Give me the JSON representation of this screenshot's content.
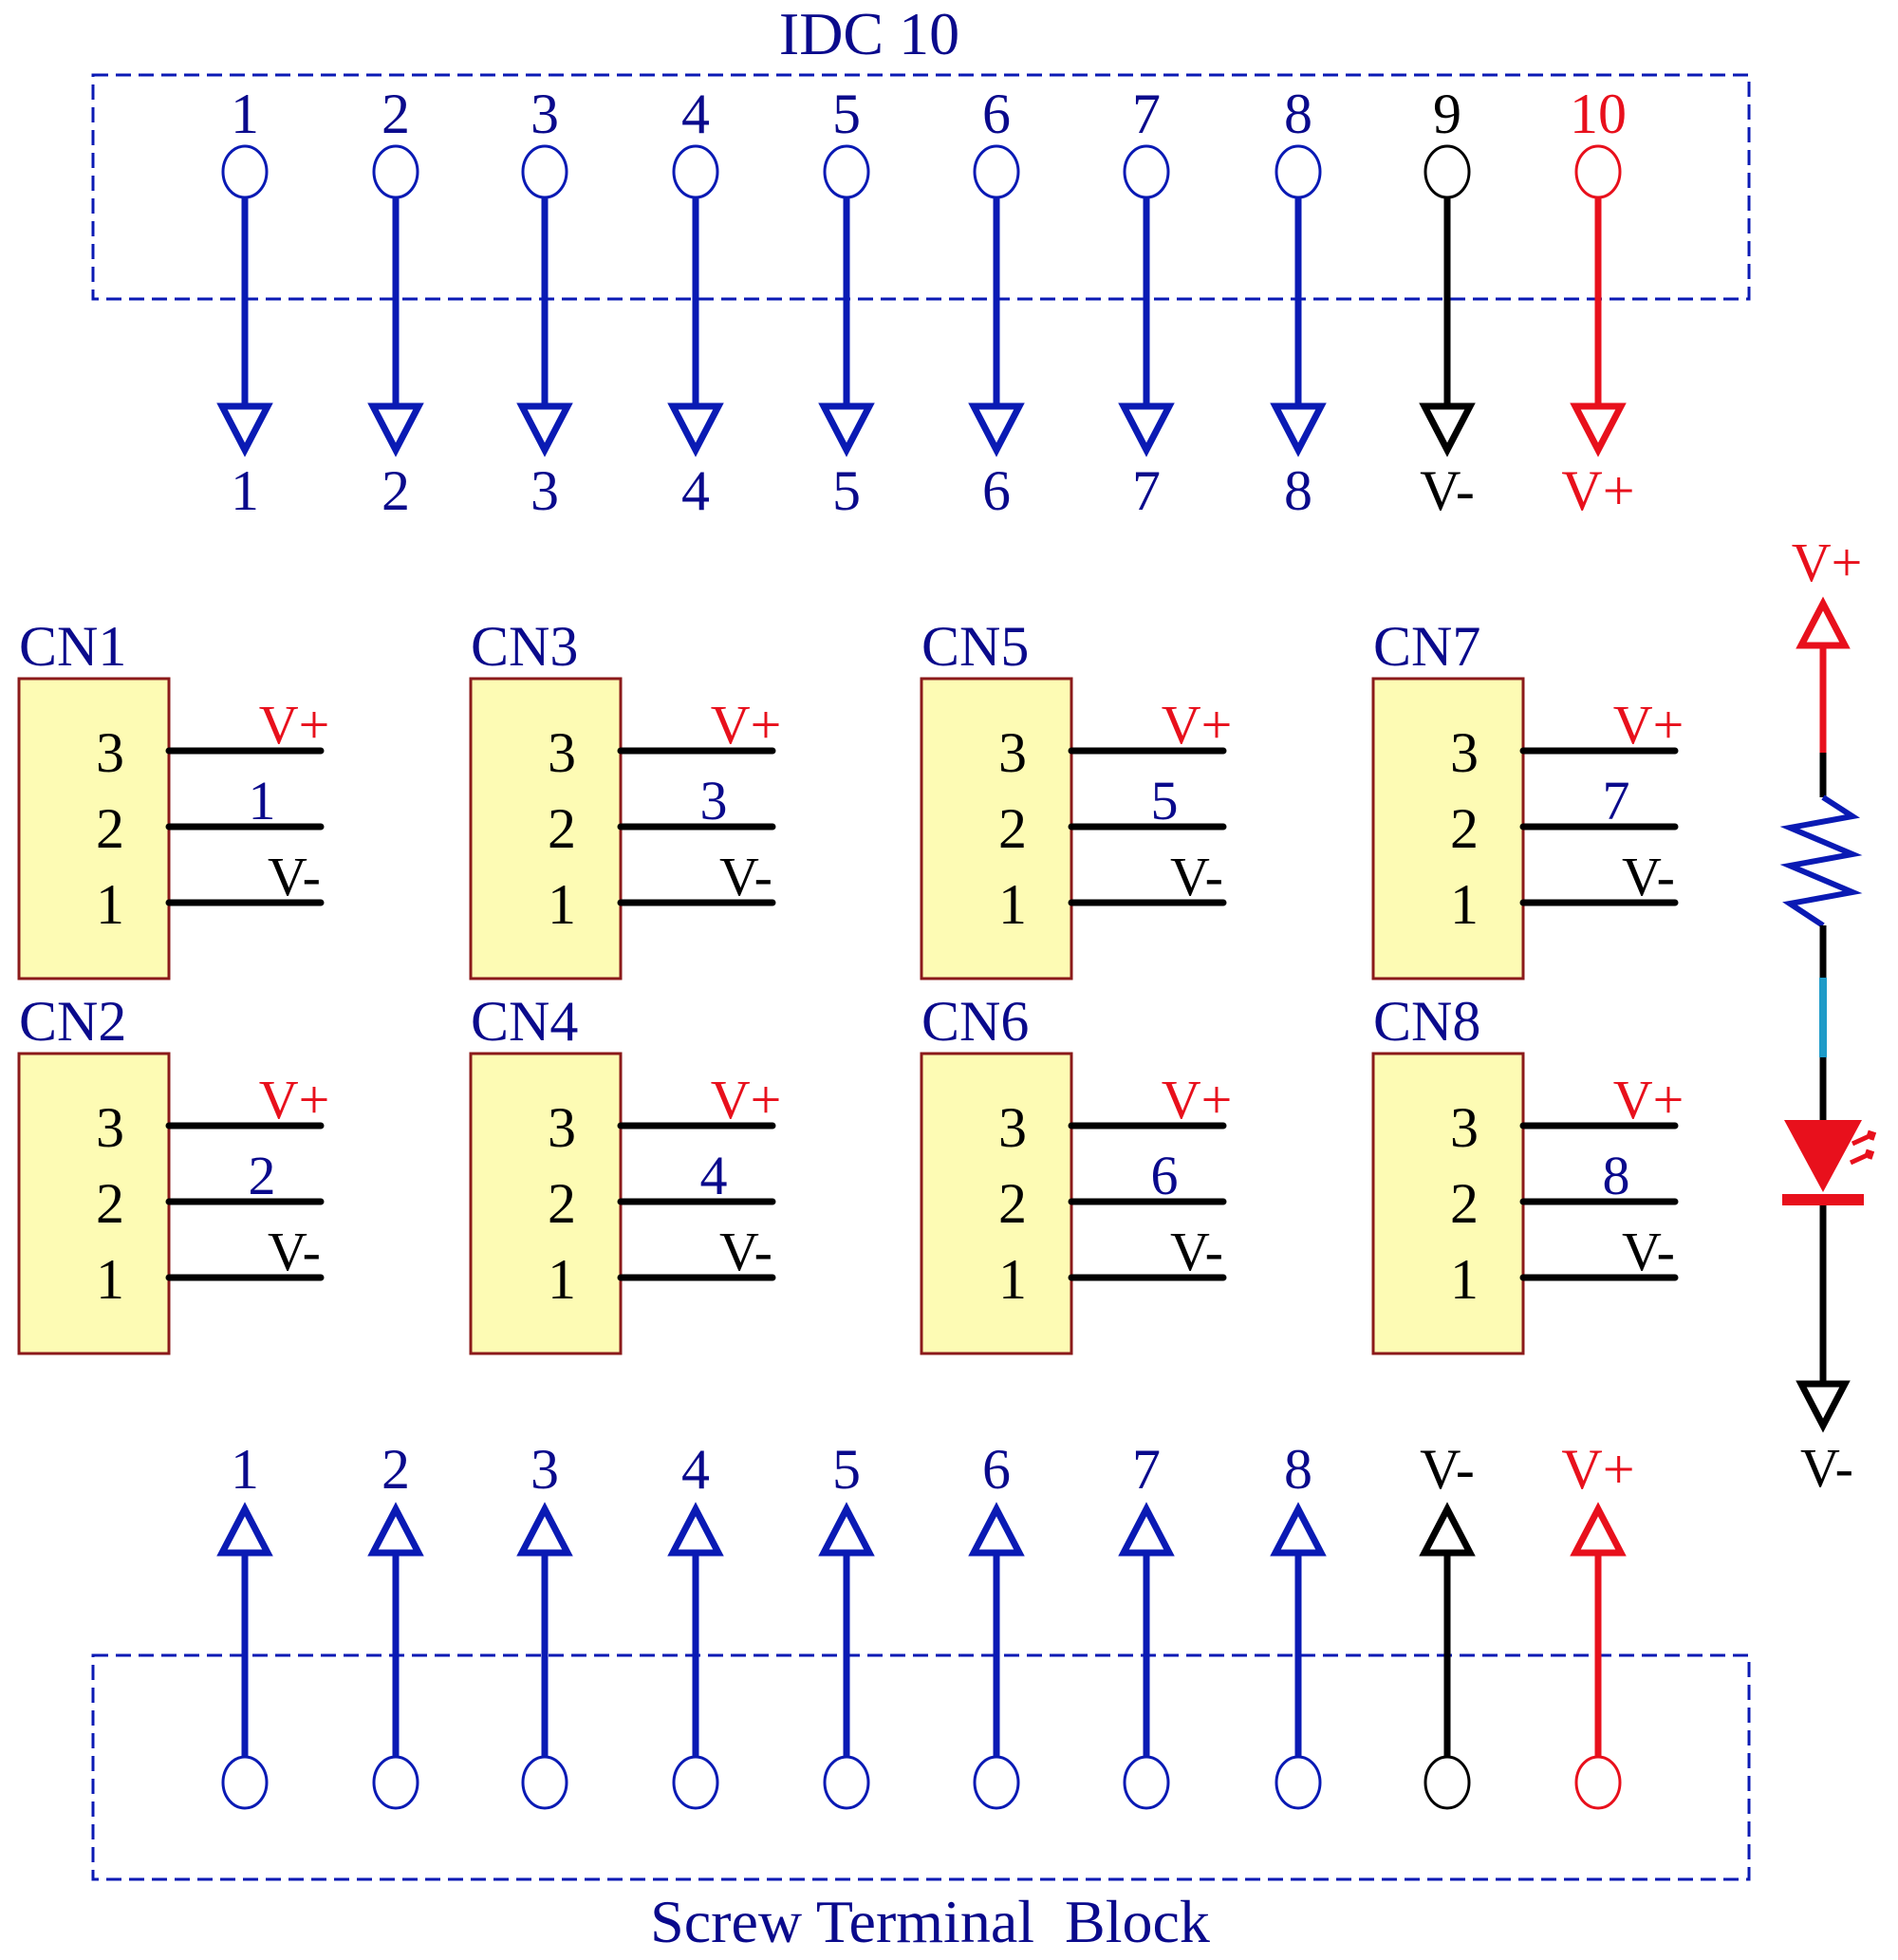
{
  "colors": {
    "signal": "#0a1ab4",
    "ground": "#000000",
    "power": "#e8101c",
    "label_blue": "#0a0a8c",
    "connector_fill": "#fdfbb4",
    "connector_border": "#8b1a1a",
    "cyan_segment": "#1e9bc8"
  },
  "idc": {
    "title": "IDC 10",
    "pins": [
      {
        "pin": "1",
        "net": "1",
        "kind": "signal"
      },
      {
        "pin": "2",
        "net": "2",
        "kind": "signal"
      },
      {
        "pin": "3",
        "net": "3",
        "kind": "signal"
      },
      {
        "pin": "4",
        "net": "4",
        "kind": "signal"
      },
      {
        "pin": "5",
        "net": "5",
        "kind": "signal"
      },
      {
        "pin": "6",
        "net": "6",
        "kind": "signal"
      },
      {
        "pin": "7",
        "net": "7",
        "kind": "signal"
      },
      {
        "pin": "8",
        "net": "8",
        "kind": "signal"
      },
      {
        "pin": "9",
        "net": "V-",
        "kind": "ground"
      },
      {
        "pin": "10",
        "net": "V+",
        "kind": "power"
      }
    ]
  },
  "connectors": [
    {
      "name": "CN1",
      "signal": "1",
      "pins": [
        "3",
        "2",
        "1"
      ],
      "nets": [
        "V+",
        "1",
        "V-"
      ]
    },
    {
      "name": "CN3",
      "signal": "3",
      "pins": [
        "3",
        "2",
        "1"
      ],
      "nets": [
        "V+",
        "3",
        "V-"
      ]
    },
    {
      "name": "CN5",
      "signal": "5",
      "pins": [
        "3",
        "2",
        "1"
      ],
      "nets": [
        "V+",
        "5",
        "V-"
      ]
    },
    {
      "name": "CN7",
      "signal": "7",
      "pins": [
        "3",
        "2",
        "1"
      ],
      "nets": [
        "V+",
        "7",
        "V-"
      ]
    },
    {
      "name": "CN2",
      "signal": "2",
      "pins": [
        "3",
        "2",
        "1"
      ],
      "nets": [
        "V+",
        "2",
        "V-"
      ]
    },
    {
      "name": "CN4",
      "signal": "4",
      "pins": [
        "3",
        "2",
        "1"
      ],
      "nets": [
        "V+",
        "4",
        "V-"
      ]
    },
    {
      "name": "CN6",
      "signal": "6",
      "pins": [
        "3",
        "2",
        "1"
      ],
      "nets": [
        "V+",
        "6",
        "V-"
      ]
    },
    {
      "name": "CN8",
      "signal": "8",
      "pins": [
        "3",
        "2",
        "1"
      ],
      "nets": [
        "V+",
        "8",
        "V-"
      ]
    }
  ],
  "led_circuit": {
    "top_net": "V+",
    "bottom_net": "V-",
    "components": [
      "resistor",
      "led"
    ]
  },
  "terminal_block": {
    "title": "Screw Terminal  Block",
    "pins": [
      {
        "net": "1",
        "kind": "signal"
      },
      {
        "net": "2",
        "kind": "signal"
      },
      {
        "net": "3",
        "kind": "signal"
      },
      {
        "net": "4",
        "kind": "signal"
      },
      {
        "net": "5",
        "kind": "signal"
      },
      {
        "net": "6",
        "kind": "signal"
      },
      {
        "net": "7",
        "kind": "signal"
      },
      {
        "net": "8",
        "kind": "signal"
      },
      {
        "net": "V-",
        "kind": "ground"
      },
      {
        "net": "V+",
        "kind": "power"
      }
    ]
  }
}
